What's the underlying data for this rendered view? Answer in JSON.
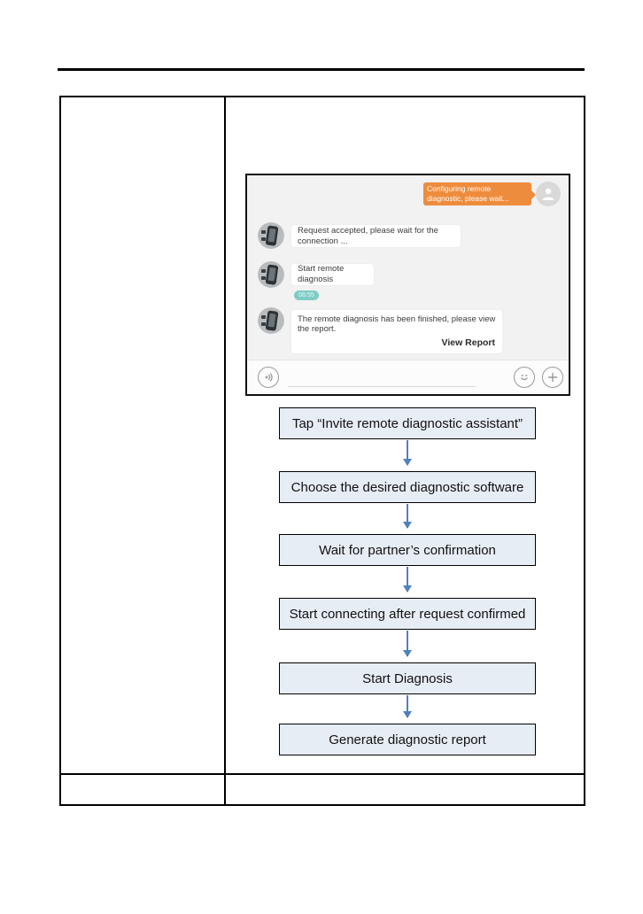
{
  "chat": {
    "outgoing": {
      "text": "Configuring remote diagnostic, please wait..."
    },
    "incoming": [
      {
        "text": "Request accepted, please wait for the connection ..."
      },
      {
        "text": "Start remote diagnosis"
      },
      {
        "text": "The remote diagnosis has been finished, please view the report.",
        "action_label": "View Report"
      }
    ],
    "timestamp": "06:55",
    "icons": {
      "left": "voice-icon",
      "right": [
        "smiley-icon",
        "plus-icon"
      ],
      "outgoing_avatar": "person-avatar",
      "incoming_avatar": "device-avatar"
    },
    "colors": {
      "outgoing_bubble": "#ee8c3d",
      "panel_background": "#f2f2f2",
      "timestamp_pill": "#7fccc7"
    }
  },
  "flowchart": {
    "steps": [
      "Tap “Invite remote diagnostic assistant”",
      "Choose the desired diagnostic software",
      "Wait for partner’s confirmation",
      "Start connecting after request confirmed",
      "Start Diagnosis",
      "Generate diagnostic report"
    ],
    "colors": {
      "box_fill": "#e7edf5",
      "arrow": "#4f81bd"
    }
  }
}
